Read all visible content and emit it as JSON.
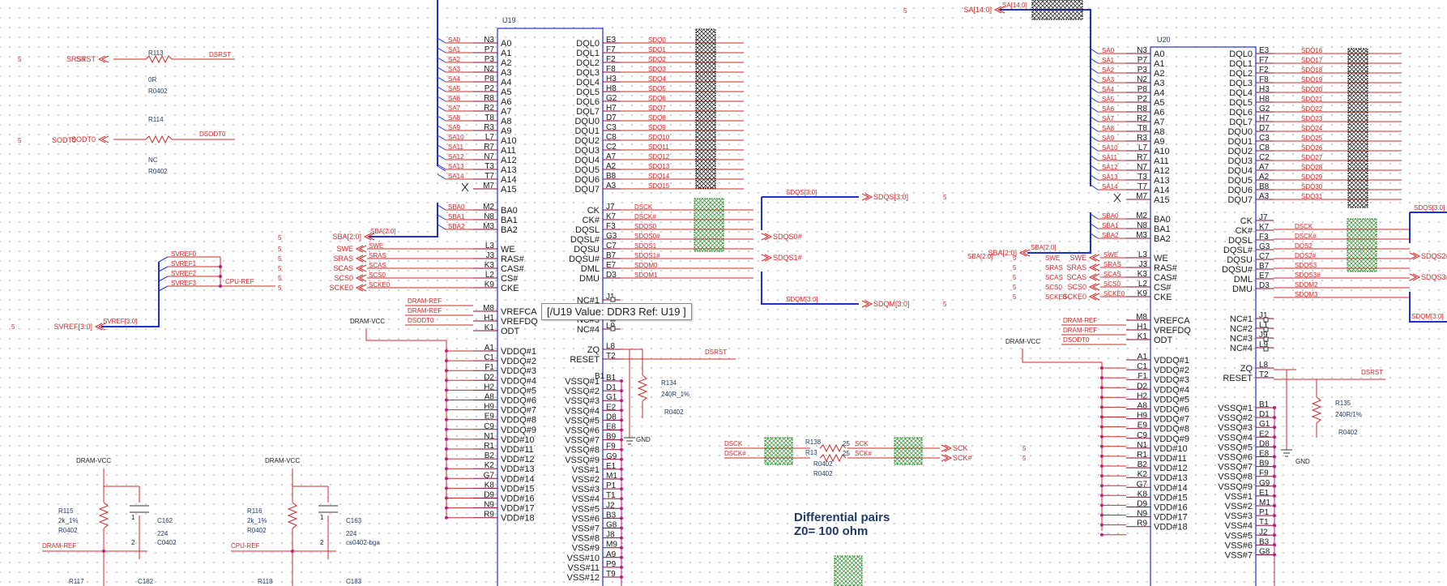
{
  "u19": {
    "ref": "U19",
    "left": {
      "A0": "N3",
      "A1": "P7",
      "A2": "P3",
      "A3": "N2",
      "A4": "P8",
      "A5": "P2",
      "A6": "R8",
      "A7": "R2",
      "A8": "T8",
      "A9": "R3",
      "A10": "L7",
      "A11": "R7",
      "A12": "N7",
      "A13": "T3",
      "A14": "T7",
      "A15": "M7",
      "BA0": "M2",
      "BA1": "N8",
      "BA2": "M3",
      "WE": "L3",
      "RAS#": "J3",
      "CAS#": "K3",
      "CS#": "L2",
      "CKE": "K9",
      "VREFCA": "M8",
      "VREFDQ": "H1",
      "ODT": "K1",
      "VDDQ#1": "A1",
      "VDDQ#2": "C1",
      "VDDQ#3": "F1",
      "VDDQ#4": "D2",
      "VDDQ#5": "H2",
      "VDDQ#6": "A8",
      "VDDQ#7": "H9",
      "VDDQ#8": "E9",
      "VDDQ#9": "C9",
      "VDD#10": "N1",
      "VDD#11": "R1",
      "VDD#12": "B2",
      "VDD#13": "K2",
      "VDD#14": "G7",
      "VDD#15": "K8",
      "VDD#16": "D9",
      "VDD#17": "N9",
      "VDD#18": "R9"
    }
  },
  "u20": {
    "ref": "U20"
  },
  "tooltip": "[/U19 Value: DDR3 Ref: U19 ]",
  "note": {
    "line1": "Differential pairs",
    "line2": "Z0= 100 ohm"
  },
  "colors": {
    "wire_red": "#d02a2a",
    "bus_blue": "#1f2fd4",
    "pin": "#8a0a30",
    "no_connect": "#111111",
    "xnet": "#2a8a2a"
  }
}
